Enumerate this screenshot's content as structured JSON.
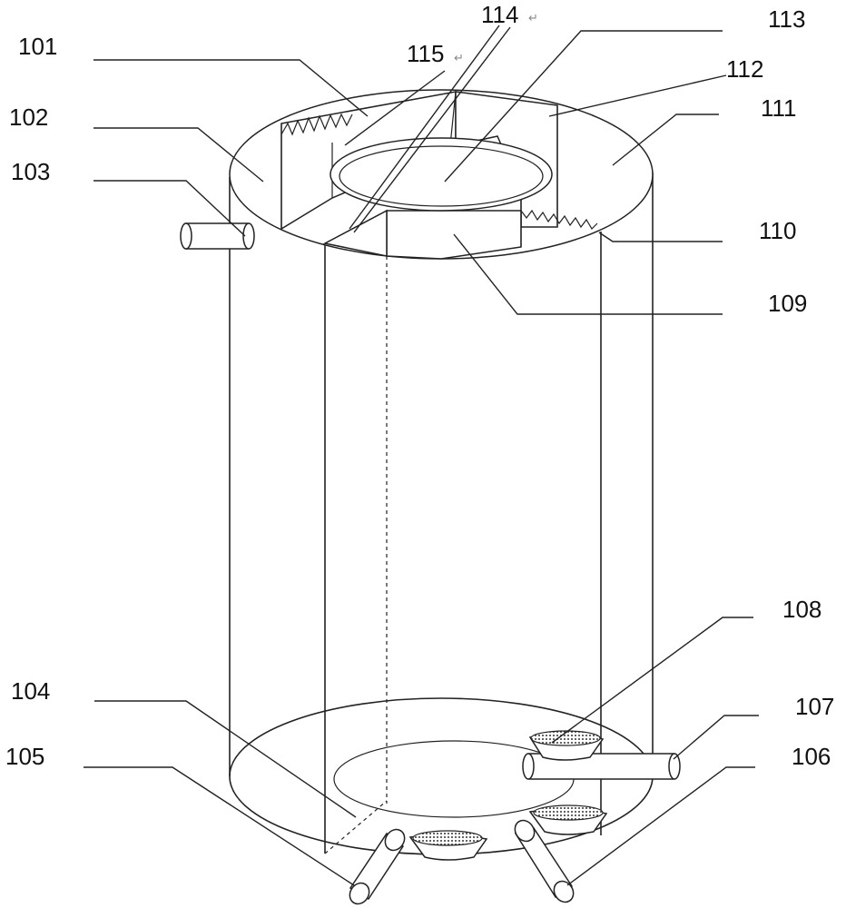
{
  "labels": {
    "l101": "101",
    "l102": "102",
    "l103": "103",
    "l104": "104",
    "l105": "105",
    "l106": "106",
    "l107": "107",
    "l108": "108",
    "l109": "109",
    "l110": "110",
    "l111": "111",
    "l112": "112",
    "l113": "113",
    "l114": "114",
    "l115": "115"
  },
  "return_mark": "↵"
}
